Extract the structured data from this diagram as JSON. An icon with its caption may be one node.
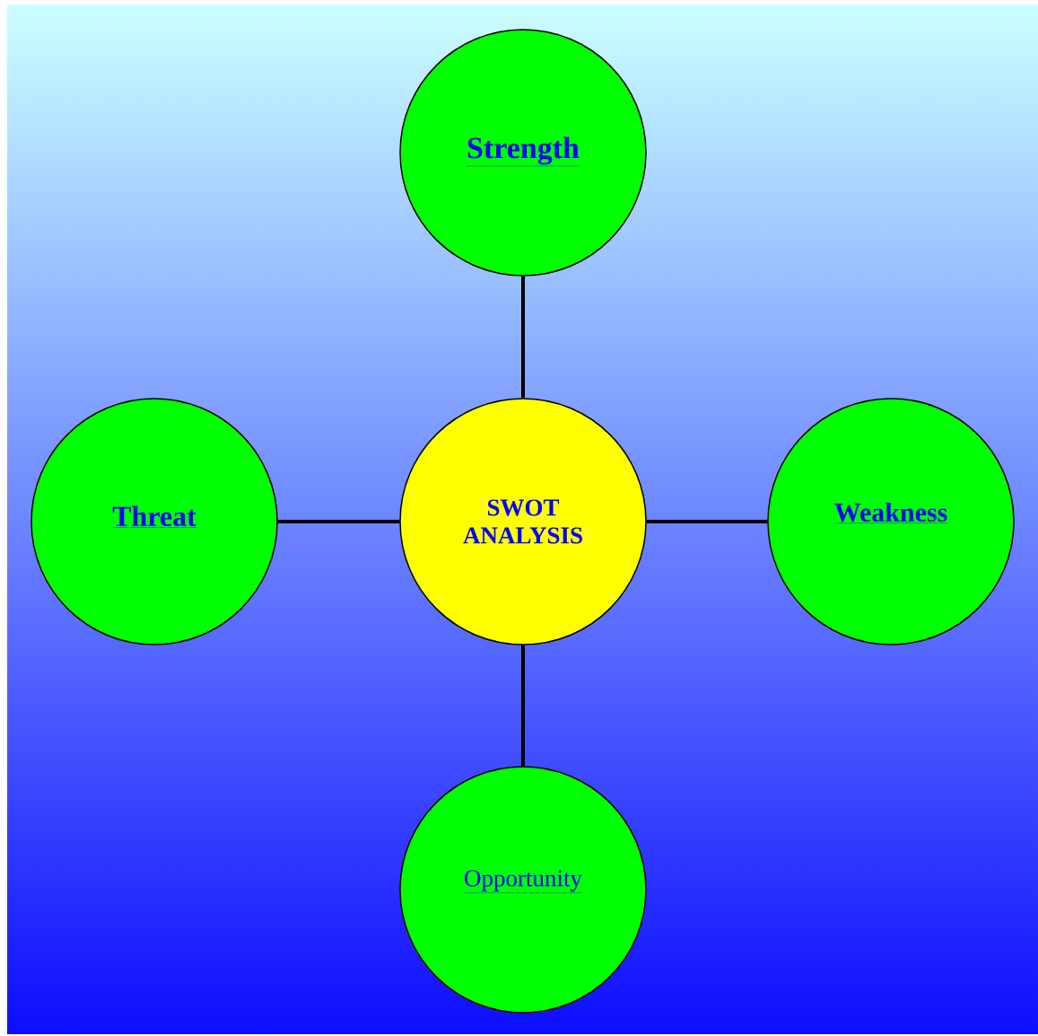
{
  "diagram": {
    "nodes": [
      {
        "text": [
          "Strength"
        ]
      },
      {
        "text": [
          "Threat"
        ]
      },
      {
        "text": [
          "SWOT ANALYSIS"
        ]
      },
      {
        "text": [
          "Weakness"
        ]
      },
      {
        "text": [
          "Opportunity"
        ]
      }
    ],
    "edges": [
      {
        "from": 2,
        "to": 0,
        "arrow": "none"
      },
      {
        "from": 2,
        "to": 1,
        "arrow": "none"
      },
      {
        "from": 2,
        "to": 3,
        "arrow": "none"
      },
      {
        "from": 2,
        "to": 4,
        "arrow": "none"
      }
    ]
  }
}
